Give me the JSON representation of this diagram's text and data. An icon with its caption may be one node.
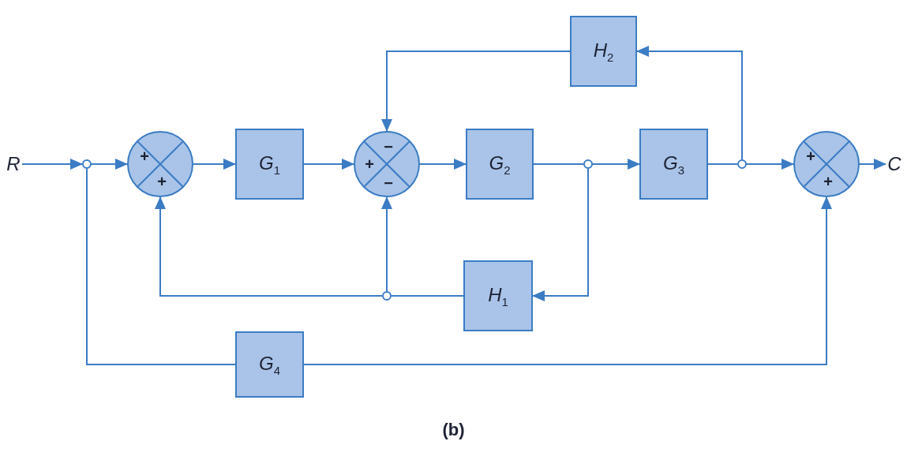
{
  "diagram": {
    "caption": "(b)",
    "nodes": [
      {
        "text": [
          "*H*$_{2}$"
        ]
      },
      {
        "text": [],
        "shape": "circle"
      },
      {
        "text": [
          "+",
          "+"
        ]
      },
      {
        "text": [
          "*G*$_{1}$"
        ]
      },
      {
        "text": [
          "−",
          "+",
          "−"
        ]
      },
      {
        "text": [
          "*G*$_{2}$"
        ]
      },
      {
        "text": [],
        "shape": "circle"
      },
      {
        "text": [
          "*G*$_{3}$"
        ]
      },
      {
        "text": [],
        "shape": "circle"
      },
      {
        "text": [
          "+",
          "+"
        ]
      },
      {
        "text": [],
        "shape": "circle"
      },
      {
        "text": [
          "*H*$_{1}$"
        ]
      },
      {
        "text": [
          "*G*$_{4}$"
        ]
      },
      {
        "text": [
          "*R*"
        ]
      },
      {
        "text": [
          "*C*"
        ]
      }
    ],
    "edges": [
      {
        "from": 13,
        "to": 1,
        "arrow": "to"
      },
      {
        "from": 1,
        "to": 2,
        "arrow": "to"
      },
      {
        "from": 2,
        "to": 3,
        "arrow": "to"
      },
      {
        "from": 3,
        "to": 4,
        "arrow": "to"
      },
      {
        "from": 4,
        "to": 5,
        "arrow": "to"
      },
      {
        "from": 5,
        "to": 6,
        "arrow": "none"
      },
      {
        "from": 6,
        "to": 7,
        "arrow": "to"
      },
      {
        "from": 7,
        "to": 8,
        "arrow": "none"
      },
      {
        "from": 8,
        "to": 9,
        "arrow": "to"
      },
      {
        "from": 9,
        "to": 14,
        "arrow": "to"
      },
      {
        "from": 8,
        "to": 0,
        "arrow": "to"
      },
      {
        "from": 0,
        "to": 4,
        "arrow": "to"
      },
      {
        "from": 6,
        "to": 11,
        "arrow": "to"
      },
      {
        "from": 11,
        "to": 10,
        "arrow": "none"
      },
      {
        "from": 10,
        "to": 4,
        "arrow": "to"
      },
      {
        "from": 10,
        "to": 2,
        "arrow": "to"
      },
      {
        "from": 1,
        "to": 12,
        "arrow": "none"
      },
      {
        "from": 12,
        "to": 9,
        "arrow": "to"
      }
    ]
  }
}
